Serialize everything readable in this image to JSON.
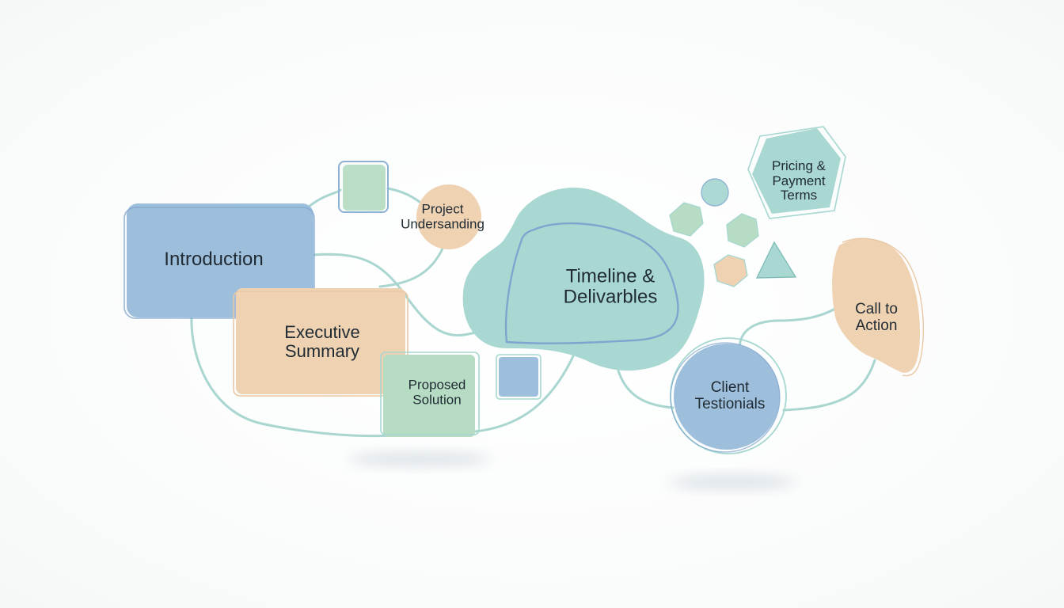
{
  "colors": {
    "blue": "#9ebfdc",
    "blue_outline": "#7fa5cf",
    "peach": "#efd2b2",
    "peach_outline": "#e9c7a4",
    "green": "#b7dcc4",
    "teal": "#a9d8d2",
    "teal_outline": "#a6d7d0",
    "connector": "#a9d6d0",
    "text": "#1f2a33"
  },
  "nodes": {
    "introduction": "Introduction",
    "executive_summary": "Executive\nSummary",
    "project_understanding": "Project\nUndersanding",
    "proposed_solution": "Proposed\nSolution",
    "timeline_deliverables": "Timeline &\nDelivarbles",
    "pricing_payment": "Pricing &\nPayment\nTerms",
    "call_to_action": "Call to\nAction",
    "client_testimonials": "Client\nTestionials"
  }
}
